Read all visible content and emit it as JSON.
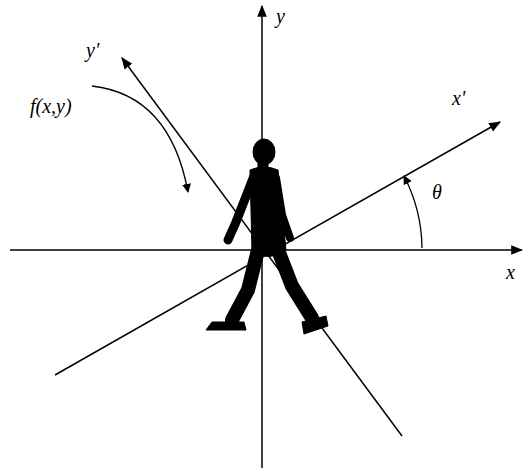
{
  "diagram": {
    "labels": [
      "y'",
      "y",
      "x'",
      "θ",
      "f(x,y)",
      "x"
    ]
  }
}
